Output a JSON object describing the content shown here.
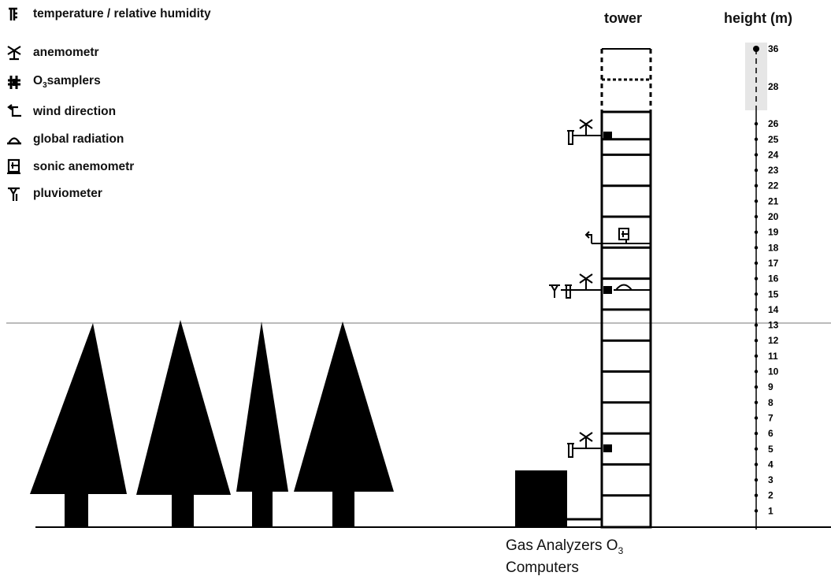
{
  "legend": {
    "items": [
      {
        "icon": "thermo-hygrometer-icon",
        "label": "temperature / relative humidity"
      },
      {
        "icon": "anemometer-icon",
        "label": "anemometr"
      },
      {
        "icon": "o3-sampler-icon",
        "label_pre": "O",
        "label_sub": "3",
        "label_post": "samplers"
      },
      {
        "icon": "wind-vane-icon",
        "label": "wind direction"
      },
      {
        "icon": "pyranometer-icon",
        "label": "global radiation"
      },
      {
        "icon": "sonic-anemometer-icon",
        "label": "sonic anemometr"
      },
      {
        "icon": "rain-gauge-icon",
        "label": "pluviometer"
      }
    ]
  },
  "tower_title": "tower",
  "height_title": "height (m)",
  "height_scale": {
    "levels": [
      1,
      2,
      3,
      4,
      5,
      6,
      7,
      8,
      9,
      10,
      11,
      12,
      13,
      14,
      15,
      16,
      17,
      18,
      19,
      20,
      21,
      22,
      23,
      24,
      25,
      26,
      28,
      36
    ]
  },
  "caption": {
    "line1_pre": "Gas Analyzers O",
    "line1_sub": "3",
    "line2": "Computers"
  },
  "colors": {
    "ink": "#000000",
    "upper_band": "#e6e6e6",
    "horizon": "#777777"
  }
}
